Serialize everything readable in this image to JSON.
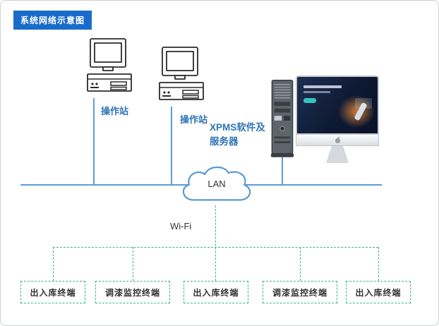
{
  "title_badge": "系统网络示意图",
  "workstations": [
    {
      "label": "操作站"
    },
    {
      "label": "操作站"
    }
  ],
  "server": {
    "label_line1": "XPMS软件及",
    "label_line2": "服务器"
  },
  "lan": {
    "label": "LAN"
  },
  "wifi": {
    "label": "Wi-Fi"
  },
  "terminals": [
    {
      "label": "出入库终端"
    },
    {
      "label": "调漆监控终端"
    },
    {
      "label": "出入库终端"
    },
    {
      "label": "调漆监控终端"
    },
    {
      "label": "出入库终端"
    }
  ],
  "colors": {
    "badge_blue": "#1a6ccb",
    "line_blue": "#5b9bd5",
    "label_blue": "#2e75b6",
    "dashed_green": "#3cb878",
    "terminal_text": "#333333"
  }
}
